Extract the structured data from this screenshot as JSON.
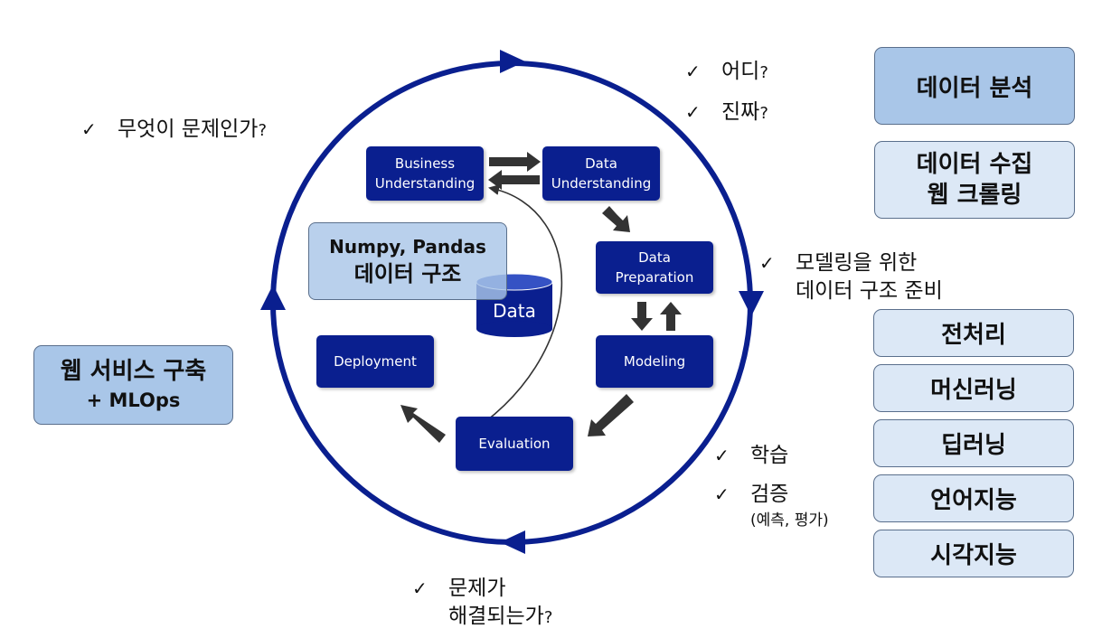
{
  "cycle_nodes": {
    "business": [
      "Business",
      "Understanding"
    ],
    "data_understanding": [
      "Data",
      "Understanding"
    ],
    "data_preparation": [
      "Data",
      "Preparation"
    ],
    "modeling": "Modeling",
    "evaluation": "Evaluation",
    "deployment": "Deployment",
    "data_store": "Data"
  },
  "library_box": {
    "line1": "Numpy, Pandas",
    "line2": "데이터 구조"
  },
  "right_panels": {
    "analysis": "데이터 분석",
    "collection": [
      "데이터 수집",
      "웹 크롤링"
    ],
    "skills": [
      "전처리",
      "머신러닝",
      "딥러닝",
      "언어지능",
      "시각지능"
    ]
  },
  "left_panel": {
    "line1": "웹 서비스 구축",
    "line2": "+ MLOps"
  },
  "notes": {
    "check_mark": "✓",
    "problem": {
      "text": "무엇이 문제인가",
      "q": "?"
    },
    "where": {
      "text": "어디",
      "q": "?"
    },
    "real": {
      "text": "진짜",
      "q": "?"
    },
    "prep": [
      "모델링을 위한",
      "데이터 구조 준비"
    ],
    "train": "학습",
    "validate": "검증",
    "validate_sub": "(예측, 평가)",
    "solved": {
      "line1": "문제가",
      "line2": "해결되는가",
      "q": "?"
    }
  },
  "colors": {
    "node_fill": "#0a1f8f",
    "cycle_ring": "#0a1f8f",
    "panel_dark": "#a9c6e8",
    "panel_light": "#dce8f6",
    "flow_arrow": "#333333"
  }
}
